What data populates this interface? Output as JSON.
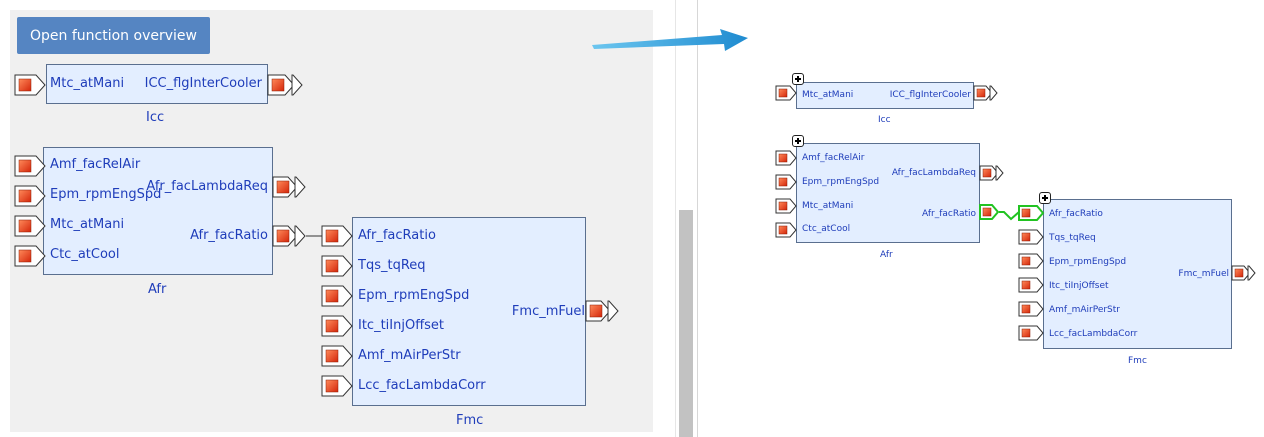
{
  "left": {
    "open_button": "Open function overview",
    "icc": {
      "inputs": [
        "Mtc_atMani"
      ],
      "outputs": [
        "ICC_flgInterCooler"
      ],
      "name": "Icc"
    },
    "afr": {
      "inputs": [
        "Amf_facRelAir",
        "Epm_rpmEngSpd",
        "Mtc_atMani",
        "Ctc_atCool"
      ],
      "outputs": [
        "Afr_facLambdaReq",
        "Afr_facRatio"
      ],
      "name": "Afr"
    },
    "fmc": {
      "inputs": [
        "Afr_facRatio",
        "Tqs_tqReq",
        "Epm_rpmEngSpd",
        "Itc_tiInjOffset",
        "Amf_mAirPerStr",
        "Lcc_facLambdaCorr"
      ],
      "outputs": [
        "Fmc_mFuel"
      ],
      "name": "Fmc"
    }
  },
  "right": {
    "icc": {
      "inputs": [
        "Mtc_atMani"
      ],
      "outputs": [
        "ICC_flgInterCooler"
      ],
      "name": "Icc"
    },
    "afr": {
      "inputs": [
        "Amf_facRelAir",
        "Epm_rpmEngSpd",
        "Mtc_atMani",
        "Ctc_atCool"
      ],
      "outputs": [
        "Afr_facLambdaReq",
        "Afr_facRatio"
      ],
      "name": "Afr"
    },
    "fmc": {
      "inputs": [
        "Afr_facRatio",
        "Tqs_tqReq",
        "Epm_rpmEngSpd",
        "Itc_tiInjOffset",
        "Amf_mAirPerStr",
        "Lcc_facLambdaCorr"
      ],
      "outputs": [
        "Fmc_mFuel"
      ],
      "name": "Fmc"
    }
  },
  "icons": {
    "expand": "expand-plus-icon",
    "port": "port-arrow-icon",
    "transition": "transition-arrow-icon"
  },
  "colors": {
    "block_fill": "#e3eeff",
    "block_border": "#5a6f8f",
    "text": "#1f3dba",
    "port_red": "#e8431c",
    "highlight_connection": "#22c322",
    "button": "#5585c2",
    "arrow": "#2a9bd6"
  }
}
